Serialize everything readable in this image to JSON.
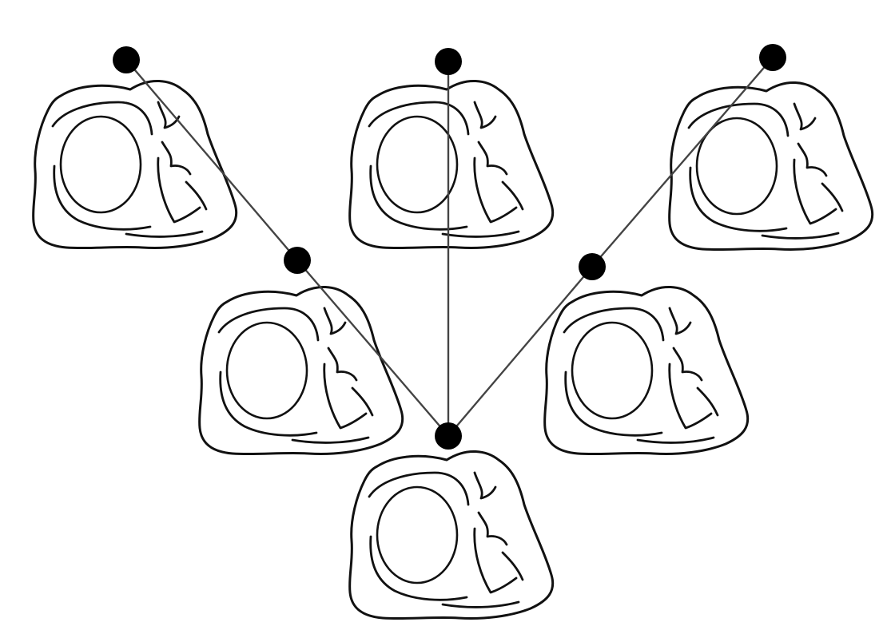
{
  "diagram": {
    "type": "network-topology",
    "description_visible_text": "",
    "units": [
      {
        "id": "rock-speaker-top-left",
        "icon": "rock-speaker-icon"
      },
      {
        "id": "rock-speaker-top-center",
        "icon": "rock-speaker-icon"
      },
      {
        "id": "rock-speaker-top-right",
        "icon": "rock-speaker-icon"
      },
      {
        "id": "rock-speaker-middle-left",
        "icon": "rock-speaker-icon"
      },
      {
        "id": "rock-speaker-middle-right",
        "icon": "rock-speaker-icon"
      },
      {
        "id": "rock-speaker-bottom-center",
        "icon": "rock-speaker-icon"
      }
    ],
    "connections": [
      {
        "from": "rock-speaker-top-left",
        "to": "rock-speaker-middle-left"
      },
      {
        "from": "rock-speaker-middle-left",
        "to": "rock-speaker-bottom-center"
      },
      {
        "from": "rock-speaker-top-center",
        "to": "rock-speaker-bottom-center"
      },
      {
        "from": "rock-speaker-top-right",
        "to": "rock-speaker-middle-right"
      },
      {
        "from": "rock-speaker-middle-right",
        "to": "rock-speaker-bottom-center"
      }
    ],
    "colors": {
      "line": "#444444",
      "node": "#000000",
      "outline": "#111111",
      "background": "#ffffff"
    }
  }
}
